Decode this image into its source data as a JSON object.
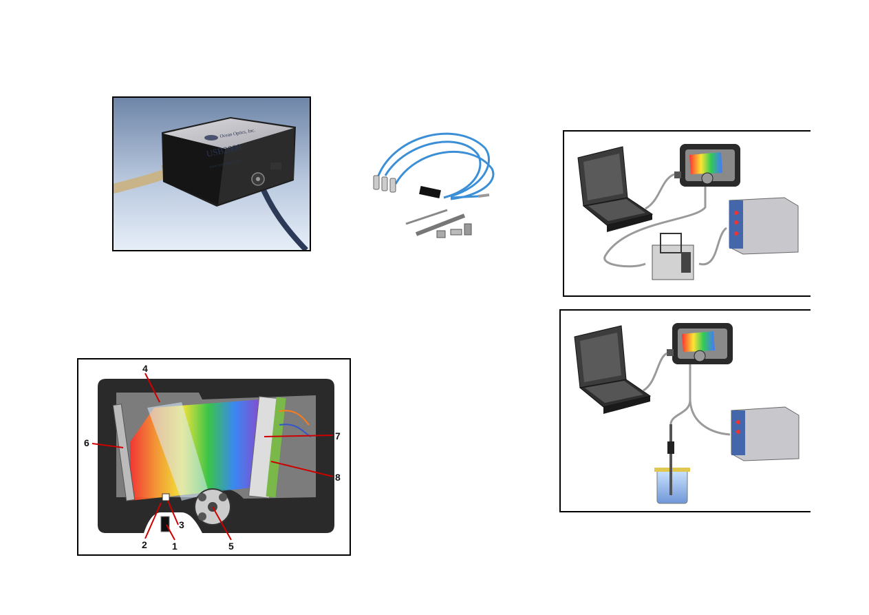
{
  "product_photo": {
    "model_text": "USB2000",
    "company_text": "Ocean Optics, Inc.",
    "url_text": "www.oceanoptics.com"
  },
  "optical_bench": {
    "callouts": [
      "1",
      "2",
      "3",
      "4",
      "5",
      "6",
      "7",
      "8"
    ]
  },
  "colors": {
    "spectrometer_body": "#2a2a2a",
    "cable_blue": "#3a8fd6",
    "frame": "#000000"
  }
}
